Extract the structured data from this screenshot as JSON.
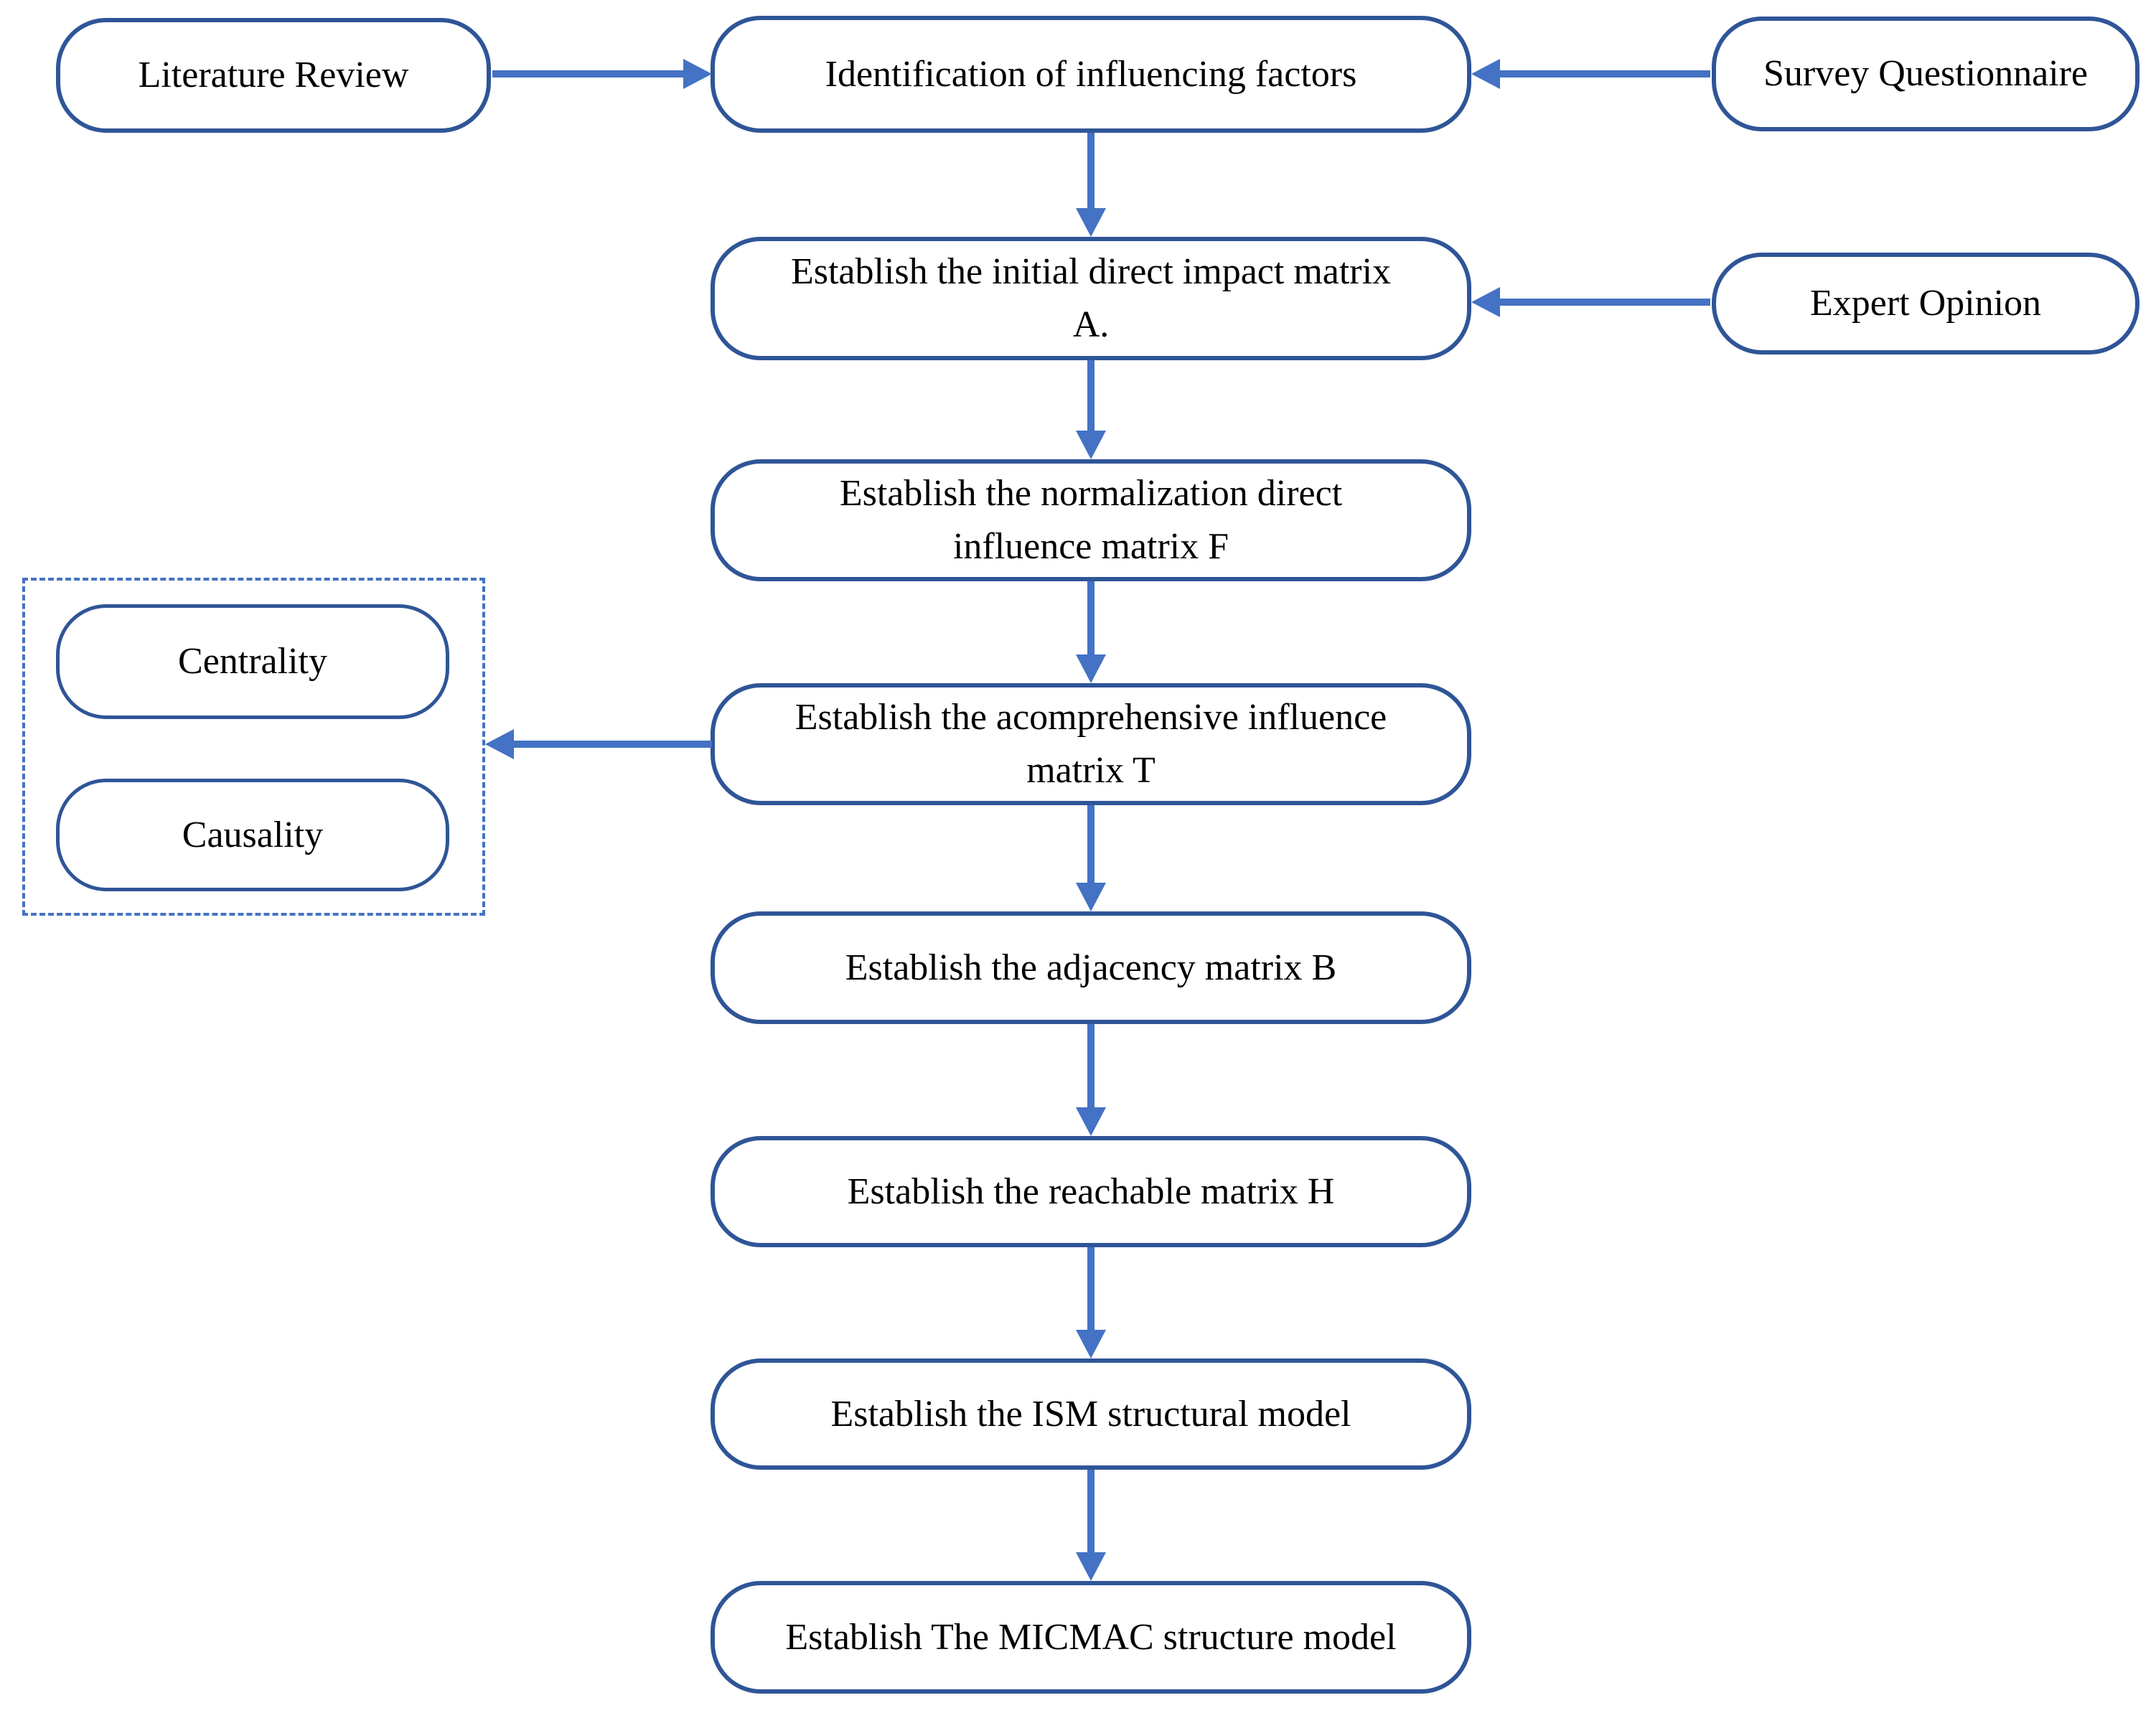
{
  "colors": {
    "node_border": "#2F5597",
    "arrow": "#4472C4",
    "group_border": "#4472C4",
    "text": "#000000",
    "background": "#FFFFFF"
  },
  "diagram": {
    "type": "flowchart"
  },
  "nodes": {
    "literature_review": {
      "label": "Literature Review"
    },
    "identification": {
      "label": "Identification of influencing factors"
    },
    "survey_questionnaire": {
      "label": "Survey Questionnaire"
    },
    "matrix_a": {
      "label": "Establish the initial direct impact matrix\nA."
    },
    "expert_opinion": {
      "label": "Expert Opinion"
    },
    "matrix_f": {
      "label": "Establish the normalization direct\ninfluence matrix F"
    },
    "matrix_t": {
      "label": "Establish the acomprehensive influence\nmatrix T"
    },
    "centrality": {
      "label": "Centrality"
    },
    "causality": {
      "label": "Causality"
    },
    "matrix_b": {
      "label": "Establish the adjacency matrix B"
    },
    "matrix_h": {
      "label": "Establish the reachable matrix H"
    },
    "ism": {
      "label": "Establish the ISM structural model"
    },
    "micmac": {
      "label": "Establish The MICMAC structure model"
    }
  },
  "groups": [
    {
      "id": "dematel_results_group",
      "members": [
        "centrality",
        "causality"
      ]
    }
  ],
  "edges": [
    {
      "from": "literature_review",
      "to": "identification"
    },
    {
      "from": "survey_questionnaire",
      "to": "identification"
    },
    {
      "from": "identification",
      "to": "matrix_a"
    },
    {
      "from": "expert_opinion",
      "to": "matrix_a"
    },
    {
      "from": "matrix_a",
      "to": "matrix_f"
    },
    {
      "from": "matrix_f",
      "to": "matrix_t"
    },
    {
      "from": "matrix_t",
      "to": "dematel_results_group"
    },
    {
      "from": "matrix_t",
      "to": "matrix_b"
    },
    {
      "from": "matrix_b",
      "to": "matrix_h"
    },
    {
      "from": "matrix_h",
      "to": "ism"
    },
    {
      "from": "ism",
      "to": "micmac"
    }
  ]
}
